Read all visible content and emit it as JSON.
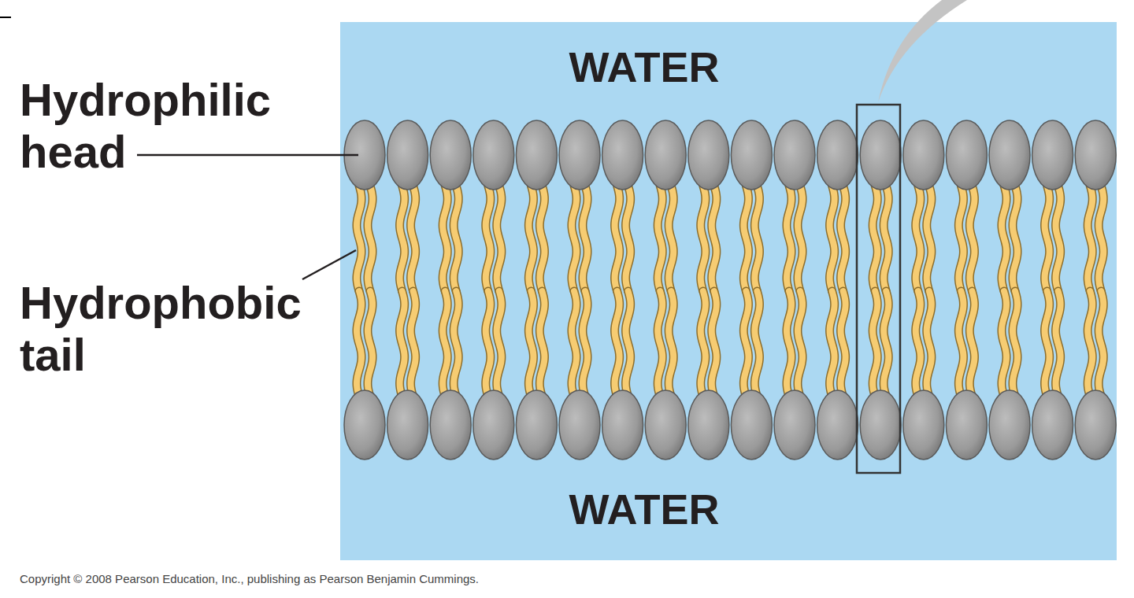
{
  "diagram": {
    "nodes": [
      {
        "text": [
          "WATER",
          "WATER"
        ]
      }
    ],
    "labels": [
      "Hydrophilic head",
      "Hydrophobic tail",
      "Copyright © 2008 Pearson Education, Inc., publishing as Pearson Benjamin Cummings."
    ]
  }
}
